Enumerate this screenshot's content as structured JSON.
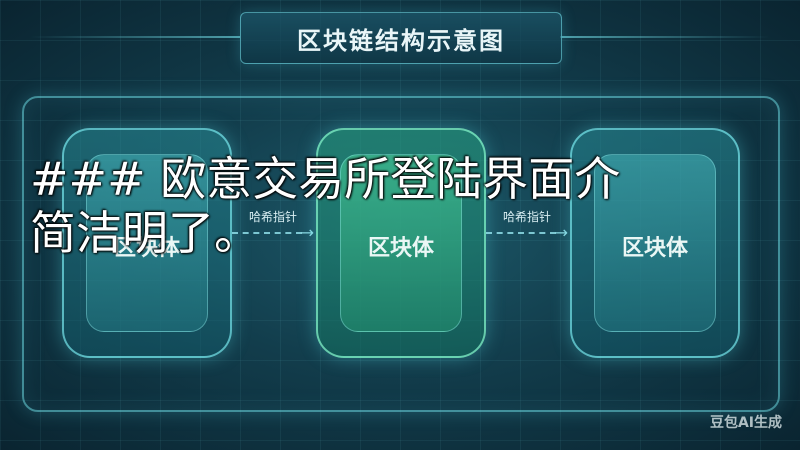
{
  "title": "区块链结构示意图",
  "blocks": [
    {
      "label": "区块体"
    },
    {
      "label": "区块体"
    },
    {
      "label": "区块体"
    }
  ],
  "connectors": [
    {
      "label": "哈希指针",
      "arrow": "→"
    },
    {
      "label": "哈希指针",
      "arrow": "→"
    }
  ],
  "overlay_text": "### 欧意交易所登陆界面介\n简洁明了。",
  "watermark": "豆包AI生成",
  "colors": {
    "background": "#123d4c",
    "frame": "#6edce6",
    "block": "#2a8c96",
    "block_highlight": "#28a082"
  }
}
